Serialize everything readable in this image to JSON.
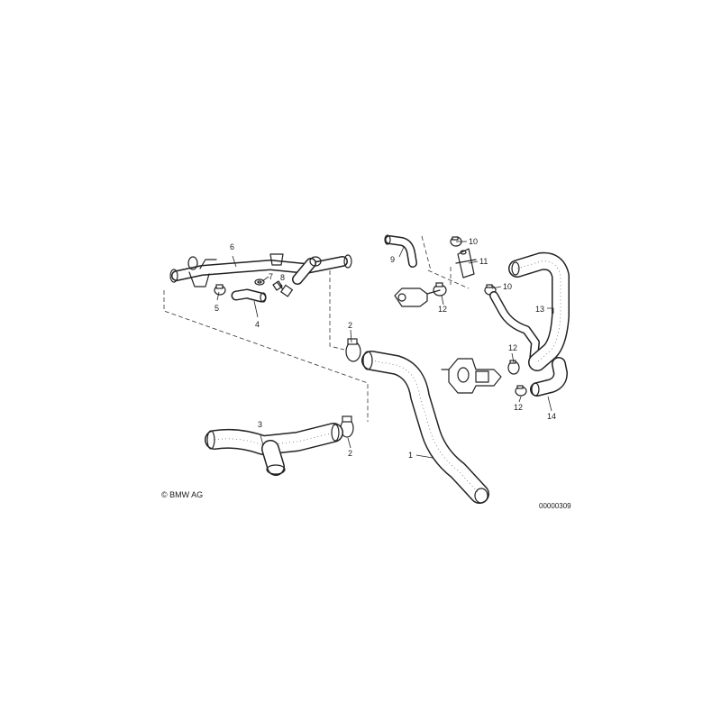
{
  "diagram": {
    "callouts": [
      {
        "id": "label-1",
        "text": "1"
      },
      {
        "id": "label-2a",
        "text": "2"
      },
      {
        "id": "label-2b",
        "text": "2"
      },
      {
        "id": "label-3",
        "text": "3"
      },
      {
        "id": "label-4",
        "text": "4"
      },
      {
        "id": "label-5",
        "text": "5"
      },
      {
        "id": "label-6",
        "text": "6"
      },
      {
        "id": "label-7",
        "text": "7"
      },
      {
        "id": "label-8",
        "text": "8"
      },
      {
        "id": "label-9",
        "text": "9"
      },
      {
        "id": "label-10a",
        "text": "10"
      },
      {
        "id": "label-10b",
        "text": "10"
      },
      {
        "id": "label-11",
        "text": "11"
      },
      {
        "id": "label-12a",
        "text": "12"
      },
      {
        "id": "label-12b",
        "text": "12"
      },
      {
        "id": "label-12c",
        "text": "12"
      },
      {
        "id": "label-13",
        "text": "13"
      },
      {
        "id": "label-14",
        "text": "14"
      }
    ],
    "copyright": "© BMW AG",
    "image_id": "00000309"
  }
}
